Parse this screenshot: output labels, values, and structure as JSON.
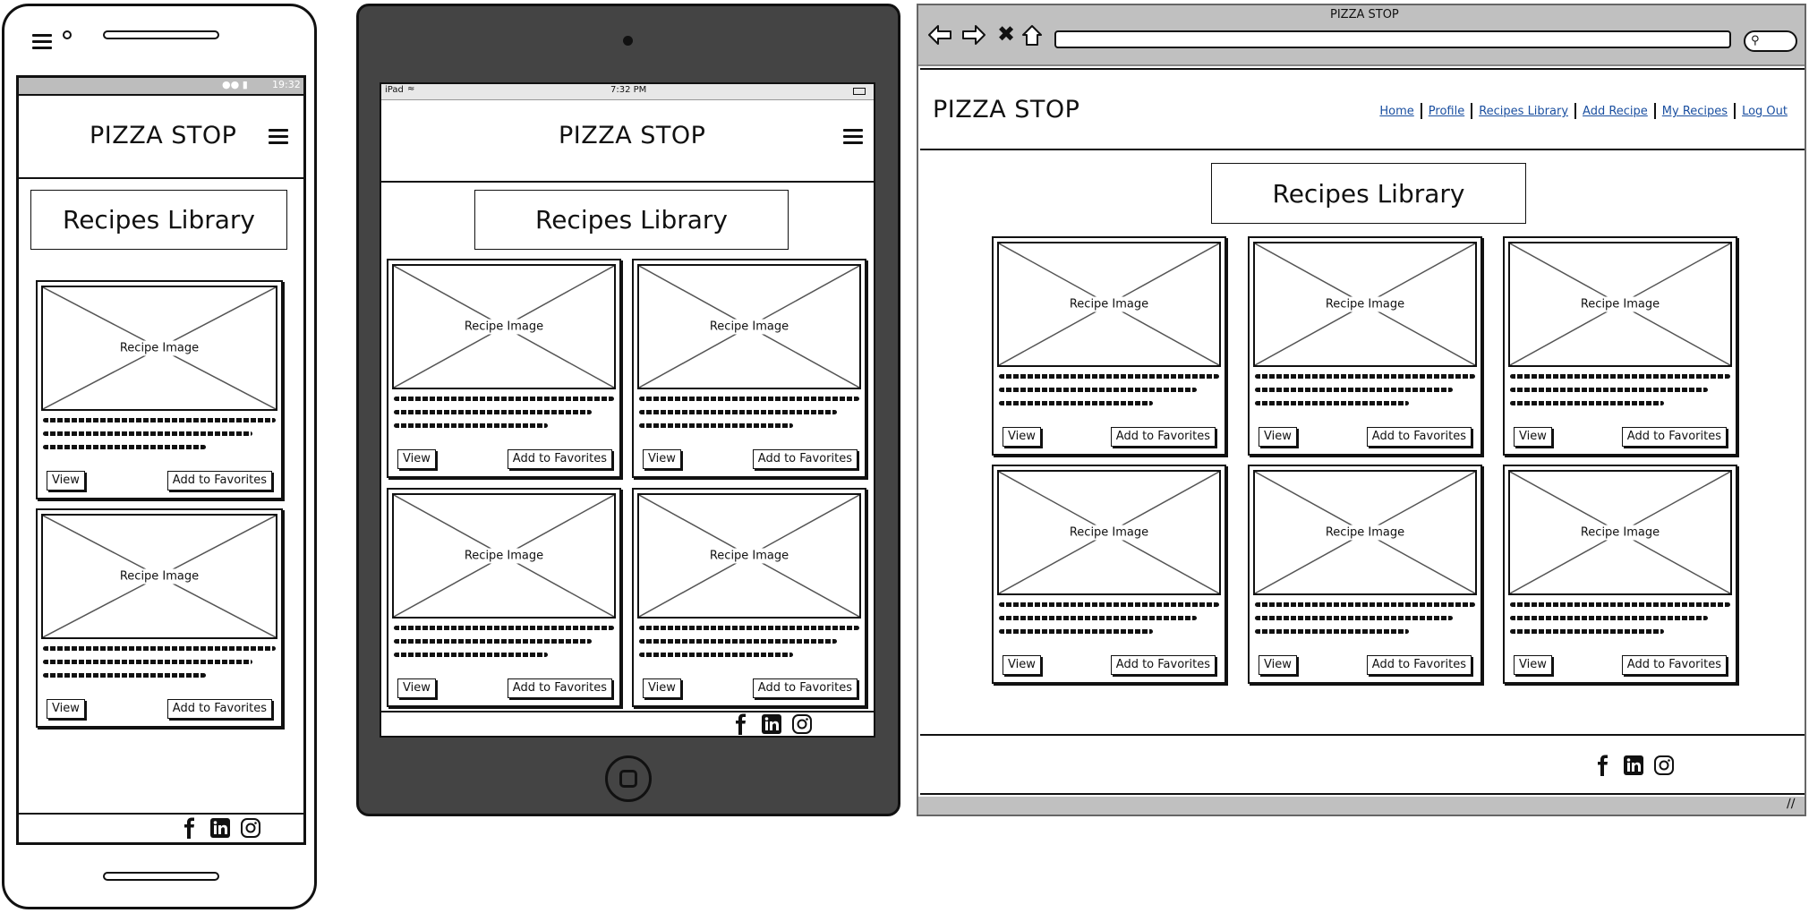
{
  "brand": "PIZZA STOP",
  "page_title": "Recipes Library",
  "card": {
    "image_label": "Recipe Image",
    "view_label": "View",
    "favorite_label": "Add to Favorites"
  },
  "phone": {
    "status_time": "19:32"
  },
  "tablet": {
    "status_device": "iPad",
    "status_time": "7:32 PM"
  },
  "browser": {
    "window_title": "PIZZA STOP",
    "nav": [
      "Home",
      "Profile",
      "Recipes Library",
      "Add Recipe",
      "My Recipes",
      "Log Out"
    ]
  },
  "social_icons": [
    "facebook-icon",
    "linkedin-icon",
    "instagram-icon"
  ],
  "colors": {
    "tablet_frame": "#444444",
    "browser_chrome": "#c0c0c0",
    "link": "#1a4fa0"
  }
}
